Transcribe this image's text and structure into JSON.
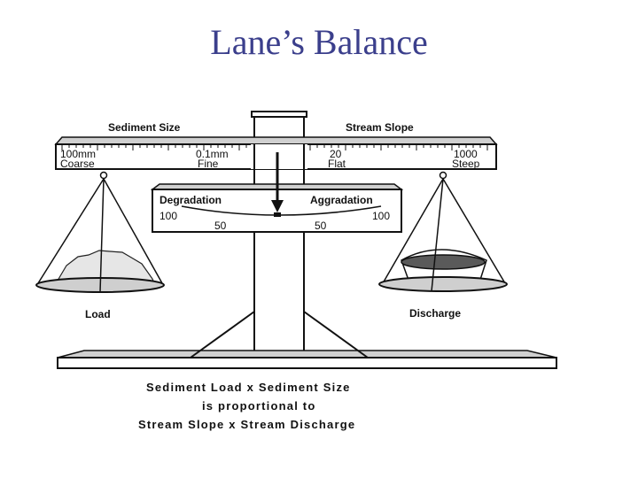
{
  "title": "Lane’s Balance",
  "beam": {
    "left_label": "Sediment Size",
    "right_label": "Stream Slope",
    "scale_left_top": "100mm",
    "scale_left_bottom": "Coarse",
    "scale_mid_left_top": "0.1mm",
    "scale_mid_left_bottom": "Fine",
    "scale_mid_right_top": "20",
    "scale_mid_right_bottom": "Flat",
    "scale_right_top": "1000",
    "scale_right_bottom": "Steep"
  },
  "gauge": {
    "left_label": "Degradation",
    "right_label": "Aggradation",
    "left_outer": "100",
    "left_inner": "50",
    "right_inner": "50",
    "right_outer": "100"
  },
  "pans": {
    "left_label": "Load",
    "right_label": "Discharge"
  },
  "equation": {
    "line1": "Sediment Load x Sediment Size",
    "line2": "is proportional to",
    "line3": "Stream Slope x Stream Discharge"
  }
}
